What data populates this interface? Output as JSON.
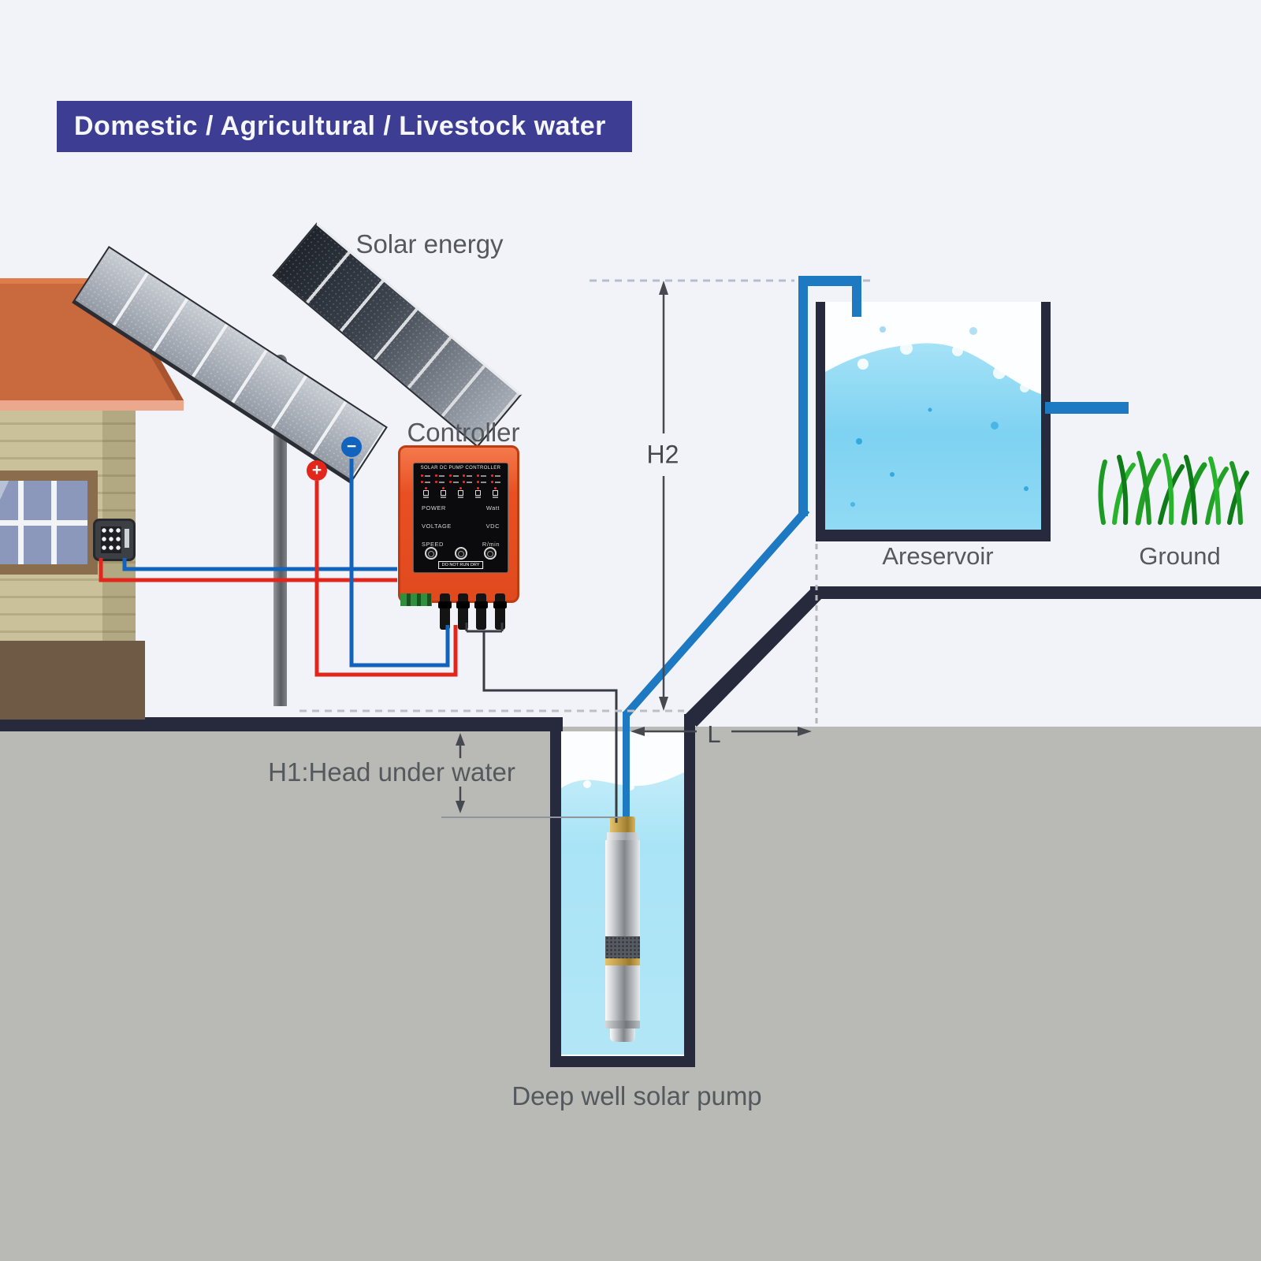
{
  "banner": {
    "title": "Domestic / Agricultural / Livestock water"
  },
  "labels": {
    "solar_energy": "Solar energy",
    "controller": "Controller",
    "h2": "H2",
    "h1": "H1:Head under water",
    "l": "L",
    "reservoir": "Areservoir",
    "ground": "Ground",
    "deep_well": "Deep well solar pump"
  },
  "controller_panel": {
    "title": "SOLAR DC PUMP CONTROLLER",
    "metrics": [
      {
        "label": "POWER",
        "value": "Watt"
      },
      {
        "label": "VOLTAGE",
        "value": "VDC"
      },
      {
        "label": "SPEED",
        "value": "R/min"
      }
    ],
    "warning": "DO NOT RUN DRY"
  },
  "badges": {
    "positive": "+",
    "negative": "−"
  },
  "colors": {
    "banner_bg": "#3d3d94",
    "pipe_blue": "#1d79c2",
    "wire_red": "#e3261c",
    "wire_blue": "#1263bd",
    "controller_orange": "#e85023",
    "structure_navy": "#262a3c",
    "ground_gray": "#b9b9b5",
    "water_light": "#a9e4f6",
    "grass_green": "#23a127"
  }
}
